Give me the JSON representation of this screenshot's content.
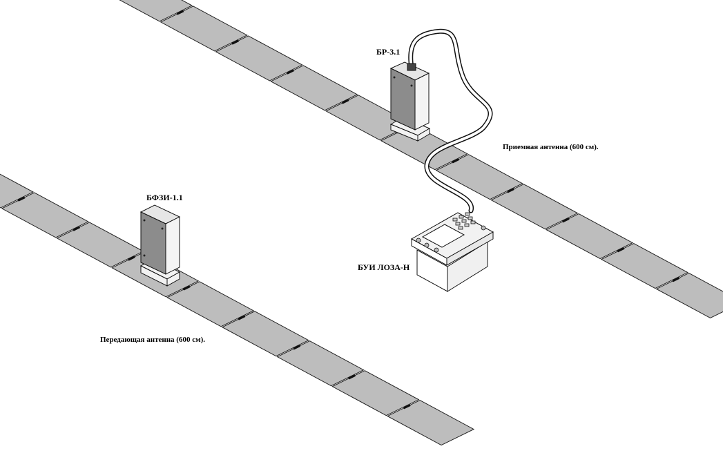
{
  "labels": {
    "receiver_unit": "БР-3.1",
    "transmitter_unit": "БФЗИ-1.1",
    "control_unit": "БУИ ЛОЗА-Н",
    "receiving_antenna": "Приемная антенна (600 см).",
    "transmitting_antenna": "Передающая антенна (600 см)."
  },
  "colors": {
    "antenna_panel": "#bdbdbd",
    "unit_front": "#8c8c8c",
    "outline": "#111111",
    "background": "#ffffff"
  }
}
